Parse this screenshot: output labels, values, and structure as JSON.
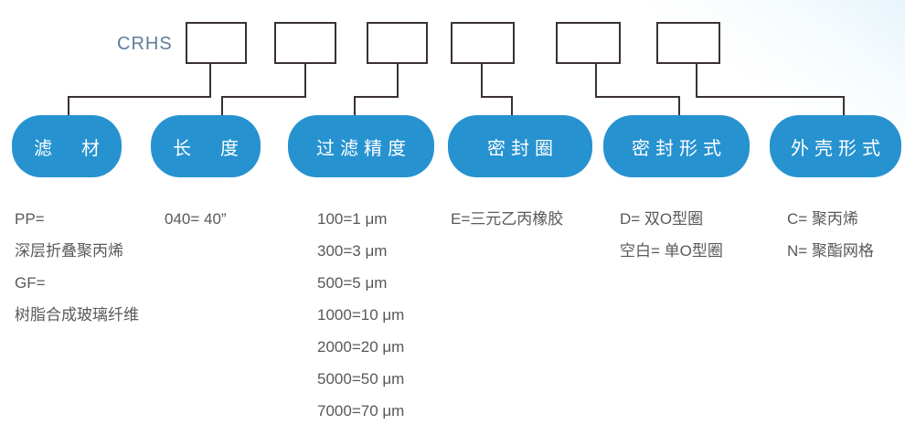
{
  "diagram_title": "CRHS product ordering code diagram",
  "code_prefix": "CRHS",
  "colors": {
    "pill_blue": "#2792D0",
    "line_dark": "#3A3230",
    "body_text": "#58595B",
    "prefix_text": "#5E7D9C"
  },
  "pills": [
    {
      "label": "滤　材",
      "meaning": "filter-media"
    },
    {
      "label": "长　度",
      "meaning": "length"
    },
    {
      "label": "过滤精度",
      "meaning": "filtration-rating"
    },
    {
      "label": "密封圈",
      "meaning": "seal-ring"
    },
    {
      "label": "密封形式",
      "meaning": "seal-type"
    },
    {
      "label": "外壳形式",
      "meaning": "shell-type"
    }
  ],
  "columns": [
    {
      "rows": [
        "PP=",
        "深层折叠聚丙烯",
        "GF=",
        "树脂合成玻璃纤维"
      ]
    },
    {
      "rows": [
        "040= 40”"
      ]
    },
    {
      "rows": [
        "100=1 μm",
        "300=3 μm",
        "500=5 μm",
        "1000=10 μm",
        "2000=20 μm",
        "5000=50 μm",
        "7000=70 μm"
      ]
    },
    {
      "rows": [
        "E=三元乙丙橡胶"
      ]
    },
    {
      "rows": [
        "D= 双O型圈",
        "空白= 单O型圈"
      ]
    },
    {
      "rows": [
        "C= 聚丙烯",
        "N= 聚酯网格"
      ]
    }
  ]
}
